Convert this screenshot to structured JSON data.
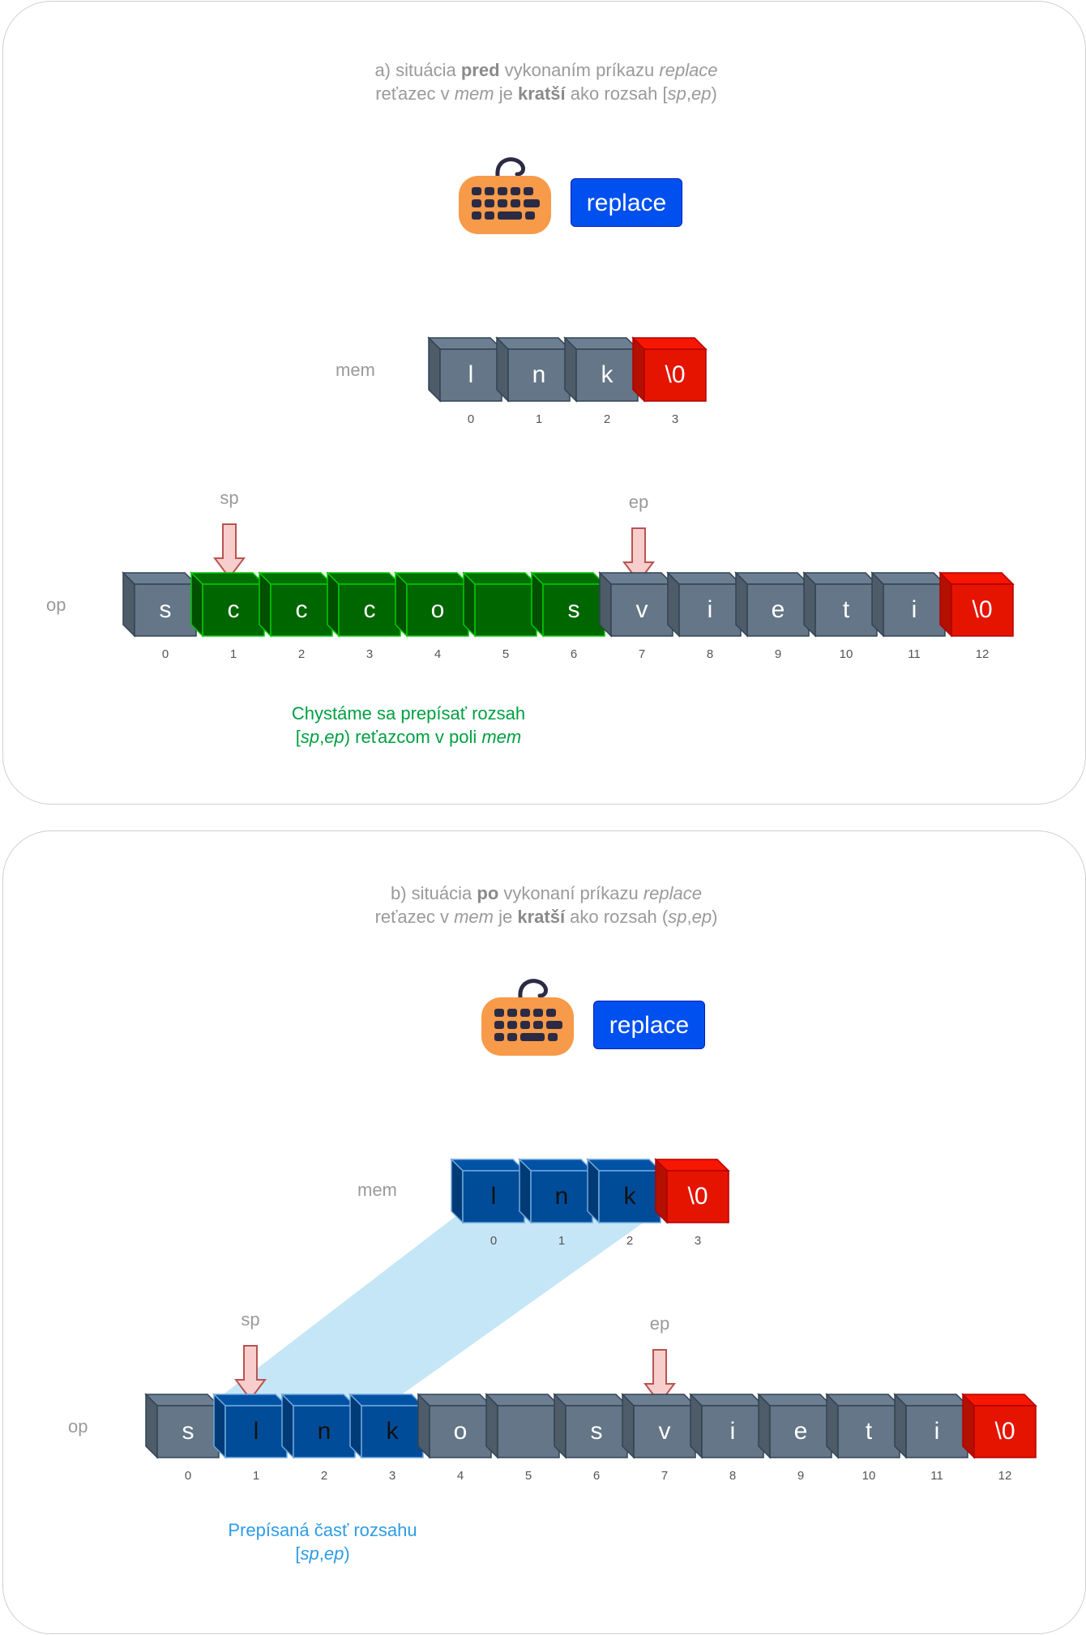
{
  "colors": {
    "gray_cell": "#647687",
    "green_cell": "#006600",
    "blue_cell": "#004c99",
    "red_cell": "#e51400",
    "button": "#0050ef",
    "keyboard": "#f79a49",
    "highlight_band": "#c5e6f6"
  },
  "panel_a": {
    "title_line1_pre": "a) situácia ",
    "title_line1_bold": "pred",
    "title_line1_mid": " vykonaním príkazu ",
    "title_line1_italic": "replace",
    "title_line2_pre": "reťazec v ",
    "title_line2_italic": "mem",
    "title_line2_mid": " je ",
    "title_line2_bold": "kratší",
    "title_line2_post": " ako rozsah [",
    "title_line2_sp": "sp",
    "title_line2_comma": ",",
    "title_line2_ep": "ep",
    "title_line2_end": ")",
    "keyboard_icon": "keyboard-icon",
    "button_label": "replace",
    "mem_label": "mem",
    "op_label": "op",
    "sp_label": "sp",
    "ep_label": "ep",
    "mem_cells": [
      {
        "ch": "l",
        "kind": "gray",
        "idx": "0"
      },
      {
        "ch": "n",
        "kind": "gray",
        "idx": "1"
      },
      {
        "ch": "k",
        "kind": "gray",
        "idx": "2"
      },
      {
        "ch": "\\0",
        "kind": "red",
        "idx": "3"
      }
    ],
    "op_cells": [
      {
        "ch": "s",
        "kind": "gray",
        "idx": "0"
      },
      {
        "ch": "c",
        "kind": "green",
        "idx": "1"
      },
      {
        "ch": "c",
        "kind": "green",
        "idx": "2"
      },
      {
        "ch": "c",
        "kind": "green",
        "idx": "3"
      },
      {
        "ch": "o",
        "kind": "green",
        "idx": "4"
      },
      {
        "ch": "",
        "kind": "green",
        "idx": "5"
      },
      {
        "ch": "s",
        "kind": "green",
        "idx": "6"
      },
      {
        "ch": "v",
        "kind": "gray",
        "idx": "7"
      },
      {
        "ch": "i",
        "kind": "gray",
        "idx": "8"
      },
      {
        "ch": "e",
        "kind": "gray",
        "idx": "9"
      },
      {
        "ch": "t",
        "kind": "gray",
        "idx": "10"
      },
      {
        "ch": "i",
        "kind": "gray",
        "idx": "11"
      },
      {
        "ch": "\\0",
        "kind": "red",
        "idx": "12"
      }
    ],
    "caption_line1": "Chystáme sa prepísať rozsah",
    "caption_l2_a": "[",
    "caption_l2_sp": "sp",
    "caption_l2_comma": ",",
    "caption_l2_ep": "ep",
    "caption_l2_b": ") reťazcom v poli ",
    "caption_l2_mem": "mem"
  },
  "panel_b": {
    "title_line1_pre": "b) situácia ",
    "title_line1_bold": "po",
    "title_line1_mid": " vykonaní príkazu ",
    "title_line1_italic": "replace",
    "title_line2_pre": "reťazec v ",
    "title_line2_italic": "mem",
    "title_line2_mid": " je ",
    "title_line2_bold": "kratší",
    "title_line2_post": " ako rozsah (",
    "title_line2_sp": "sp",
    "title_line2_comma": ",",
    "title_line2_ep": "ep",
    "title_line2_end": ")",
    "keyboard_icon": "keyboard-icon",
    "button_label": "replace",
    "mem_label": "mem",
    "op_label": "op",
    "sp_label": "sp",
    "ep_label": "ep",
    "mem_cells": [
      {
        "ch": "l",
        "kind": "blue",
        "idx": "0"
      },
      {
        "ch": "n",
        "kind": "blue",
        "idx": "1"
      },
      {
        "ch": "k",
        "kind": "blue",
        "idx": "2"
      },
      {
        "ch": "\\0",
        "kind": "red",
        "idx": "3"
      }
    ],
    "op_cells": [
      {
        "ch": "s",
        "kind": "gray",
        "idx": "0"
      },
      {
        "ch": "l",
        "kind": "blue",
        "idx": "1"
      },
      {
        "ch": "n",
        "kind": "blue",
        "idx": "2"
      },
      {
        "ch": "k",
        "kind": "blue",
        "idx": "3"
      },
      {
        "ch": "o",
        "kind": "gray",
        "idx": "4"
      },
      {
        "ch": "",
        "kind": "gray",
        "idx": "5"
      },
      {
        "ch": "s",
        "kind": "gray",
        "idx": "6"
      },
      {
        "ch": "v",
        "kind": "gray",
        "idx": "7"
      },
      {
        "ch": "i",
        "kind": "gray",
        "idx": "8"
      },
      {
        "ch": "e",
        "kind": "gray",
        "idx": "9"
      },
      {
        "ch": "t",
        "kind": "gray",
        "idx": "10"
      },
      {
        "ch": "i",
        "kind": "gray",
        "idx": "11"
      },
      {
        "ch": "\\0",
        "kind": "red",
        "idx": "12"
      }
    ],
    "caption_line1": "Prepísaná časť rozsahu",
    "caption_l2_a": "[",
    "caption_l2_sp": "sp",
    "caption_l2_comma": ",",
    "caption_l2_ep": "ep",
    "caption_l2_b": ")"
  }
}
